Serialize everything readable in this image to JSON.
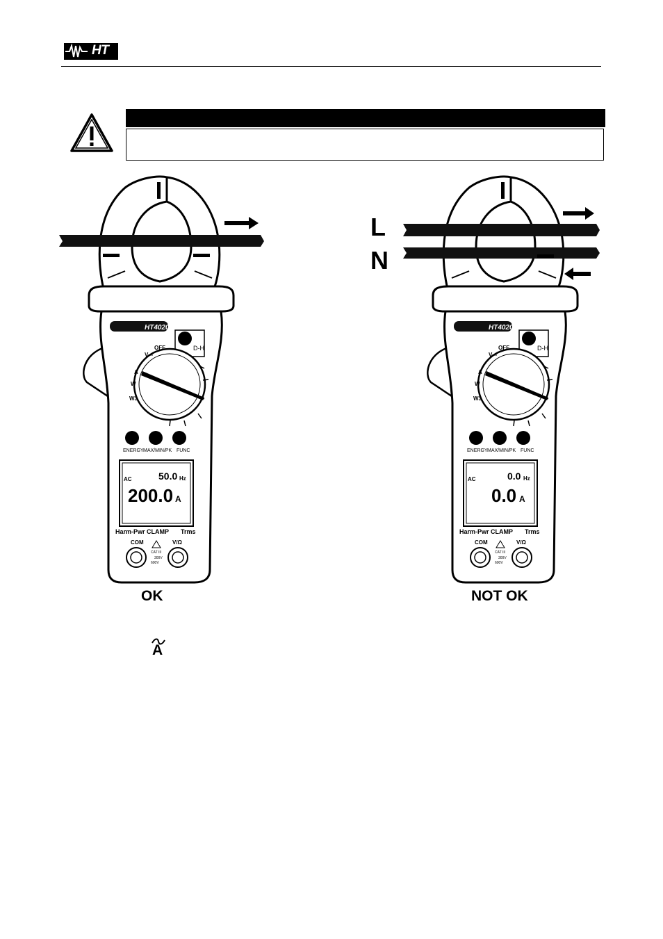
{
  "header": {
    "logo_text": "HT"
  },
  "figure_left": {
    "model_label": "HT4020",
    "selector": {
      "off": "OFF",
      "v": "V⎓",
      "a": "A",
      "w": "W",
      "w3": "W3",
      "dh": "D-H"
    },
    "buttons": [
      "ENERGY",
      "MAX/MIN/PK",
      "FUNC"
    ],
    "display": {
      "ac": "AC",
      "freq_value": "50.0",
      "freq_unit": "Hz",
      "main_value": "200.0",
      "main_unit": "A"
    },
    "brand_line": "Harm-Pwr CLAMP",
    "trms": "Trms",
    "com": "COM",
    "v_ohm": "V/Ω",
    "cat": "CAT III",
    "cat_v1": "300V",
    "cat_v2": "600V",
    "caption": "OK"
  },
  "figure_right": {
    "model_label": "HT4020",
    "selector": {
      "off": "OFF",
      "v": "V⎓",
      "a": "A",
      "w": "W",
      "w3": "W3",
      "dh": "D-H"
    },
    "buttons": [
      "ENERGY",
      "MAX/MIN/PK",
      "FUNC"
    ],
    "display": {
      "ac": "AC",
      "freq_value": "0.0",
      "freq_unit": "Hz",
      "main_value": "0.0",
      "main_unit": "A"
    },
    "brand_line": "Harm-Pwr CLAMP",
    "trms": "Trms",
    "com": "COM",
    "v_ohm": "V/Ω",
    "cat": "CAT III",
    "cat_v1": "300V",
    "cat_v2": "600V",
    "caption": "NOT OK",
    "wire_labels": {
      "line": "L",
      "neutral": "N"
    }
  },
  "symbol": {
    "ac_current": "A"
  }
}
